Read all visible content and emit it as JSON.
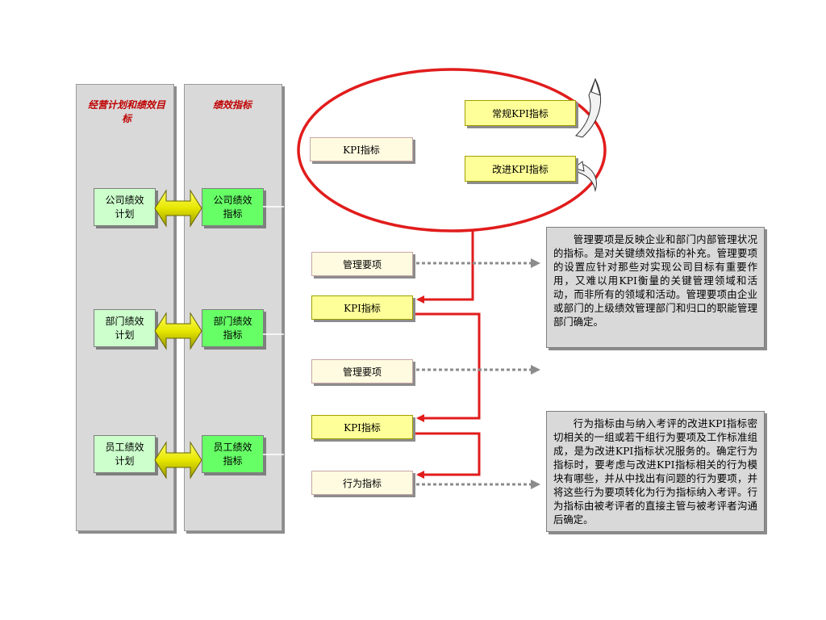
{
  "columns": {
    "left_heading": "经营计划和绩效目标",
    "right_heading": "绩效指标"
  },
  "rows": [
    {
      "plan": "公司绩效\n计划",
      "indicator": "公司绩效\n指标"
    },
    {
      "plan": "部门绩效\n计划",
      "indicator": "部门绩效\n指标"
    },
    {
      "plan": "员工绩效\n计划",
      "indicator": "员工绩效\n指标"
    }
  ],
  "kpi_group": {
    "main": "KPI指标",
    "regular": "常规KPI指标",
    "improve": "改进KPI指标"
  },
  "items": {
    "mgmt1": "管理要项",
    "kpi2": "KPI指标",
    "mgmt2": "管理要项",
    "kpi3": "KPI指标",
    "behavior": "行为指标"
  },
  "notes": {
    "mgmt": "管理要项是反映企业和部门内部管理状况的指标。是对关键绩效指标的补充。管理要项的设置应针对那些对实现公司目标有重要作用，又难以用KPI衡量的关键管理领域和活动，而非所有的领域和活动。管理要项由企业或部门的上级绩效管理部门和归口的职能管理部门确定。",
    "behavior": "行为指标由与纳入考评的改进KPI指标密切相关的一组或若干组行为要项及工作标准组成，是为改进KPI指标状况服务的。确定行为指标时，要考虑与改进KPI指标相关的行为模块有哪些，并从中找出有问题的行为要项，并将这些行为要项转化为行为指标纳入考评。行为指标由被考评者的直接主管与被考评者沟通后确定。"
  },
  "colors": {
    "accent_red": "#e11c1c",
    "dotted_arrow": "#8c8c8c",
    "arrow_yellow": "#cccc00"
  }
}
